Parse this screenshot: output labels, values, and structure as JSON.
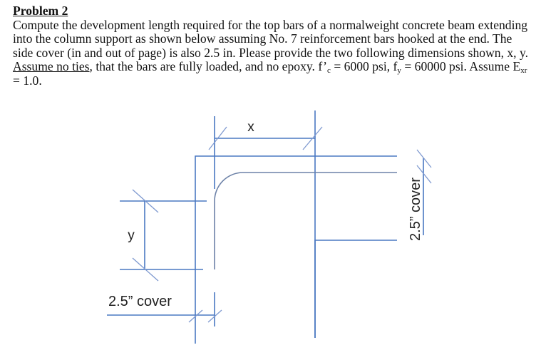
{
  "problem": {
    "title": "Problem 2",
    "text_part1": "Compute the development length required for the top bars of a normalweight concrete beam extending into the column support as shown below assuming No. 7 reinforcement bars hooked at the end. The side cover (in and out of page) is also 2.5 in. Please provide the two following dimensions shown, x, y. ",
    "emphasis": "Assume no ties",
    "text_part2": ", that the bars are fully loaded, and no epoxy. f’",
    "fc_sub": "c",
    "fc_value": " = 6000 psi, f",
    "fy_sub": "y",
    "fy_value": " = 60000 psi. Assume E",
    "exr_sub": "xr",
    "exr_value": " = 1.0."
  },
  "figure": {
    "line_color": "#4a78c2",
    "tick_color": "#6b8fc9",
    "labels": {
      "x": "x",
      "y": "y",
      "bottom_cover": "2.5” cover",
      "side_cover": "2.5” cover"
    }
  }
}
